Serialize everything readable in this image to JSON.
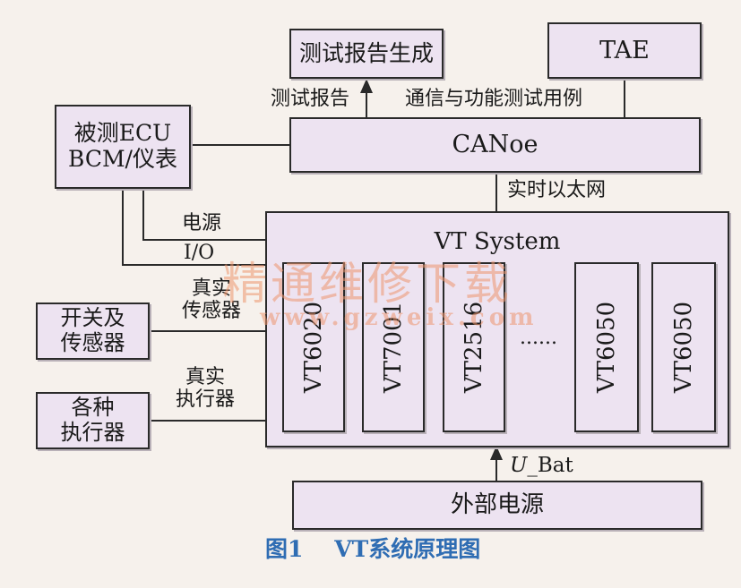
{
  "boxes": {
    "report_gen": "测试报告生成",
    "tae": "TAE",
    "ecu_line1": "被测ECU",
    "ecu_line2": "BCM/仪表",
    "canoe": "CANoe",
    "vt_system": "VT System",
    "switches_line1": "开关及",
    "switches_line2": "传感器",
    "actuators_line1": "各种",
    "actuators_line2": "执行器",
    "external_power": "外部电源"
  },
  "modules": [
    "VT6020",
    "VT7001",
    "VT2516",
    "VT6050",
    "VT6050"
  ],
  "ellipsis": "......",
  "labels": {
    "test_report": "测试报告",
    "test_cases": "通信与功能测试用例",
    "ethernet": "实时以太网",
    "power": "电源",
    "io": "I/O",
    "real_sensor_line1": "真实",
    "real_sensor_line2": "传感器",
    "real_actuator_line1": "真实",
    "real_actuator_line2": "执行器",
    "ubat_u": "U",
    "ubat_rest": "_Bat"
  },
  "caption": {
    "number": "图1",
    "title": "VT系统原理图"
  },
  "watermark": {
    "cn": "精通维修下载",
    "url": "www.gzweix.com"
  }
}
